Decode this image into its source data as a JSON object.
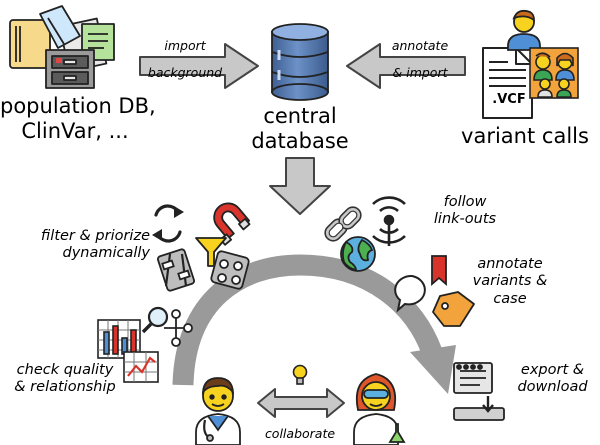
{
  "sources": {
    "population": {
      "line1": "population DB,",
      "line2": "ClinVar, ..."
    },
    "variants": {
      "label": "variant calls",
      "vcf_label": ".VCF"
    }
  },
  "central": {
    "line1": "central",
    "line2": "database"
  },
  "arrows": {
    "import": {
      "line1": "import",
      "line2": "background"
    },
    "annotate": {
      "line1": "annotate",
      "line2": "& import"
    }
  },
  "features": {
    "filter": {
      "line1": "filter & priorize",
      "line2": "dynamically"
    },
    "follow": {
      "line1": "follow",
      "line2": "link-outs"
    },
    "annotate_case": {
      "line1": "annotate",
      "line2": "variants &",
      "line3": "case"
    },
    "quality": {
      "line1": "check quality",
      "line2": "& relationship"
    },
    "export": {
      "line1": "export &",
      "line2": "download"
    },
    "collaborate": {
      "label": "collaborate"
    }
  },
  "colors": {
    "arrow_gray": "#9a9a9a",
    "db_blue": "#4a6fa5",
    "skin_yellow": "#f7d21e",
    "orange": "#f3a33c",
    "red_magnet": "#d9342b",
    "globe_blue": "#5bb0e0",
    "globe_green": "#4caf50"
  }
}
